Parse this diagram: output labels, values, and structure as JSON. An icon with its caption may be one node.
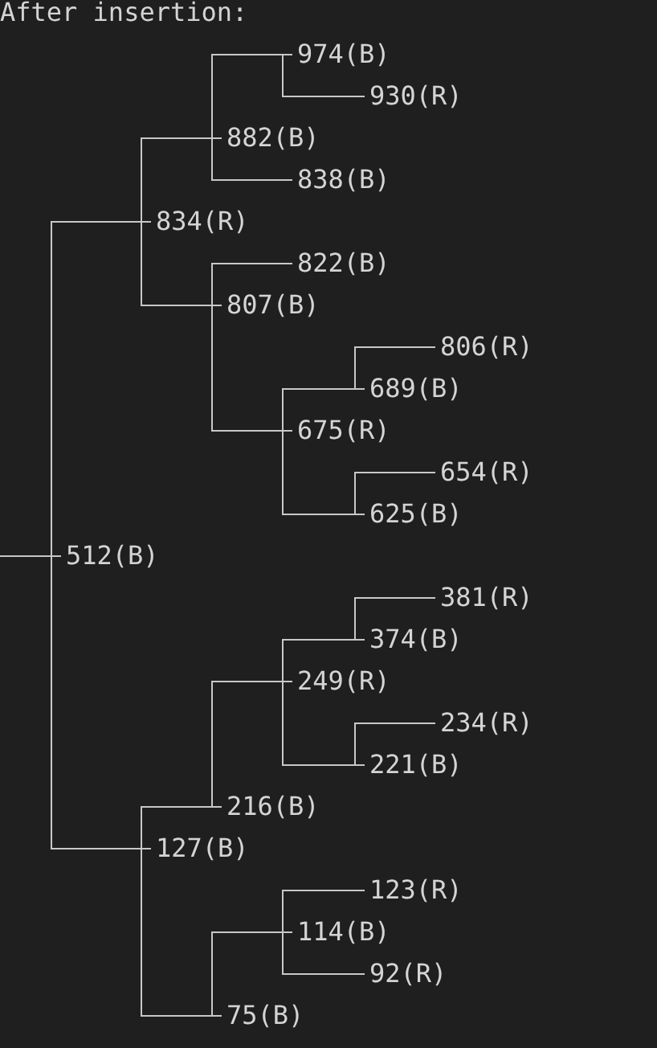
{
  "diagram": {
    "title": "After insertion:",
    "nodes": [
      {
        "text": [
          "974(B)"
        ]
      },
      {
        "text": [
          "930(R)"
        ]
      },
      {
        "text": [
          "882(B)"
        ]
      },
      {
        "text": [
          "838(B)"
        ]
      },
      {
        "text": [
          "834(R)"
        ]
      },
      {
        "text": [
          "822(B)"
        ]
      },
      {
        "text": [
          "807(B)"
        ]
      },
      {
        "text": [
          "806(R)"
        ]
      },
      {
        "text": [
          "689(B)"
        ]
      },
      {
        "text": [
          "675(R)"
        ]
      },
      {
        "text": [
          "654(R)"
        ]
      },
      {
        "text": [
          "625(B)"
        ]
      },
      {
        "text": [
          "512(B)"
        ]
      },
      {
        "text": [
          "381(R)"
        ]
      },
      {
        "text": [
          "374(B)"
        ]
      },
      {
        "text": [
          "249(R)"
        ]
      },
      {
        "text": [
          "234(R)"
        ]
      },
      {
        "text": [
          "221(B)"
        ]
      },
      {
        "text": [
          "216(B)"
        ]
      },
      {
        "text": [
          "127(B)"
        ]
      },
      {
        "text": [
          "123(R)"
        ]
      },
      {
        "text": [
          "114(B)"
        ]
      },
      {
        "text": [
          "92(R)"
        ]
      },
      {
        "text": [
          "75(B)"
        ]
      }
    ],
    "edges": [
      {
        "from": null,
        "to": 12,
        "arrow": "none"
      },
      {
        "from": 12,
        "to": 4,
        "arrow": "none"
      },
      {
        "from": 12,
        "to": 19,
        "arrow": "none"
      },
      {
        "from": 4,
        "to": 2,
        "arrow": "none"
      },
      {
        "from": 4,
        "to": 6,
        "arrow": "none"
      },
      {
        "from": 2,
        "to": 0,
        "arrow": "none"
      },
      {
        "from": 2,
        "to": 3,
        "arrow": "none"
      },
      {
        "from": 0,
        "to": 1,
        "arrow": "none"
      },
      {
        "from": 6,
        "to": 5,
        "arrow": "none"
      },
      {
        "from": 6,
        "to": 9,
        "arrow": "none"
      },
      {
        "from": 9,
        "to": 8,
        "arrow": "none"
      },
      {
        "from": 9,
        "to": 11,
        "arrow": "none"
      },
      {
        "from": 8,
        "to": 7,
        "arrow": "none"
      },
      {
        "from": 11,
        "to": 10,
        "arrow": "none"
      },
      {
        "from": 19,
        "to": 18,
        "arrow": "none"
      },
      {
        "from": 19,
        "to": 23,
        "arrow": "none"
      },
      {
        "from": 18,
        "to": 15,
        "arrow": "none"
      },
      {
        "from": 15,
        "to": 14,
        "arrow": "none"
      },
      {
        "from": 15,
        "to": 17,
        "arrow": "none"
      },
      {
        "from": 14,
        "to": 13,
        "arrow": "none"
      },
      {
        "from": 17,
        "to": 16,
        "arrow": "none"
      },
      {
        "from": 23,
        "to": 21,
        "arrow": "none"
      },
      {
        "from": 21,
        "to": 20,
        "arrow": "none"
      },
      {
        "from": 21,
        "to": 22,
        "arrow": "none"
      }
    ]
  }
}
